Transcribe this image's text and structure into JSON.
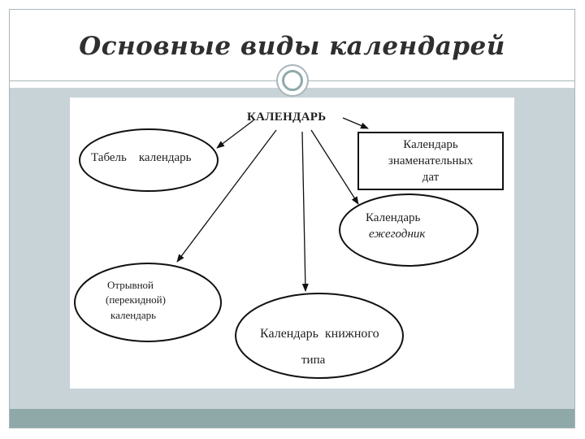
{
  "slide": {
    "title": "Основные виды календарей"
  },
  "diagram": {
    "root": "КАЛЕНДАРЬ",
    "nodes": {
      "tabel": "Табель    календарь",
      "znamenatelnyh": [
        "Календарь",
        "знаменательных",
        "дат"
      ],
      "ezhegodnik": [
        "Календарь",
        "ежегодник"
      ],
      "otryvnoy": [
        "Отрывной",
        "(перекидной)",
        "календарь"
      ],
      "knizhnogo": [
        "Календарь  книжного",
        "типа"
      ]
    }
  }
}
